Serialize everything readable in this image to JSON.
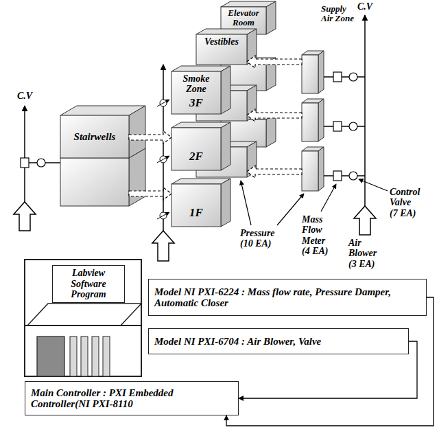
{
  "diagram": {
    "nodes": [
      {
        "text": [
          "Elevator Room"
        ]
      },
      {
        "text": [
          "Vestibles"
        ]
      },
      {
        "text": [
          "Supply Air Zone"
        ]
      },
      {
        "text": [
          "Smoke Zone",
          "3F"
        ]
      },
      {
        "text": [
          "Stairwells"
        ]
      },
      {
        "text": [
          "2F"
        ]
      },
      {
        "text": [
          "1F"
        ]
      },
      {
        "text": [
          "Labview Software Program"
        ]
      },
      {
        "text": [
          "Model NI PXI-6224 : Mass flow rate, Pressure Damper, Automatic Closer"
        ]
      },
      {
        "text": [
          "Model NI PXI-6704 : Air Blower, Valve"
        ]
      },
      {
        "text": [
          "Main Controller : PXI Embedded Controller(NI PXI-8110"
        ]
      }
    ],
    "edges": [
      {
        "from": 4,
        "to": 5,
        "arrow": "to"
      },
      {
        "from": 2,
        "to": 1,
        "arrow": "to"
      },
      {
        "from": 8,
        "to": 10,
        "arrow": "to"
      },
      {
        "from": 9,
        "to": 10,
        "arrow": "to"
      }
    ],
    "labels": [
      "C.V",
      "C.V",
      "Control Valve (7 EA)",
      "Pressure (10 EA)",
      "Mass Flow Meter (4 EA)",
      "Air Blower (3 EA)"
    ]
  }
}
